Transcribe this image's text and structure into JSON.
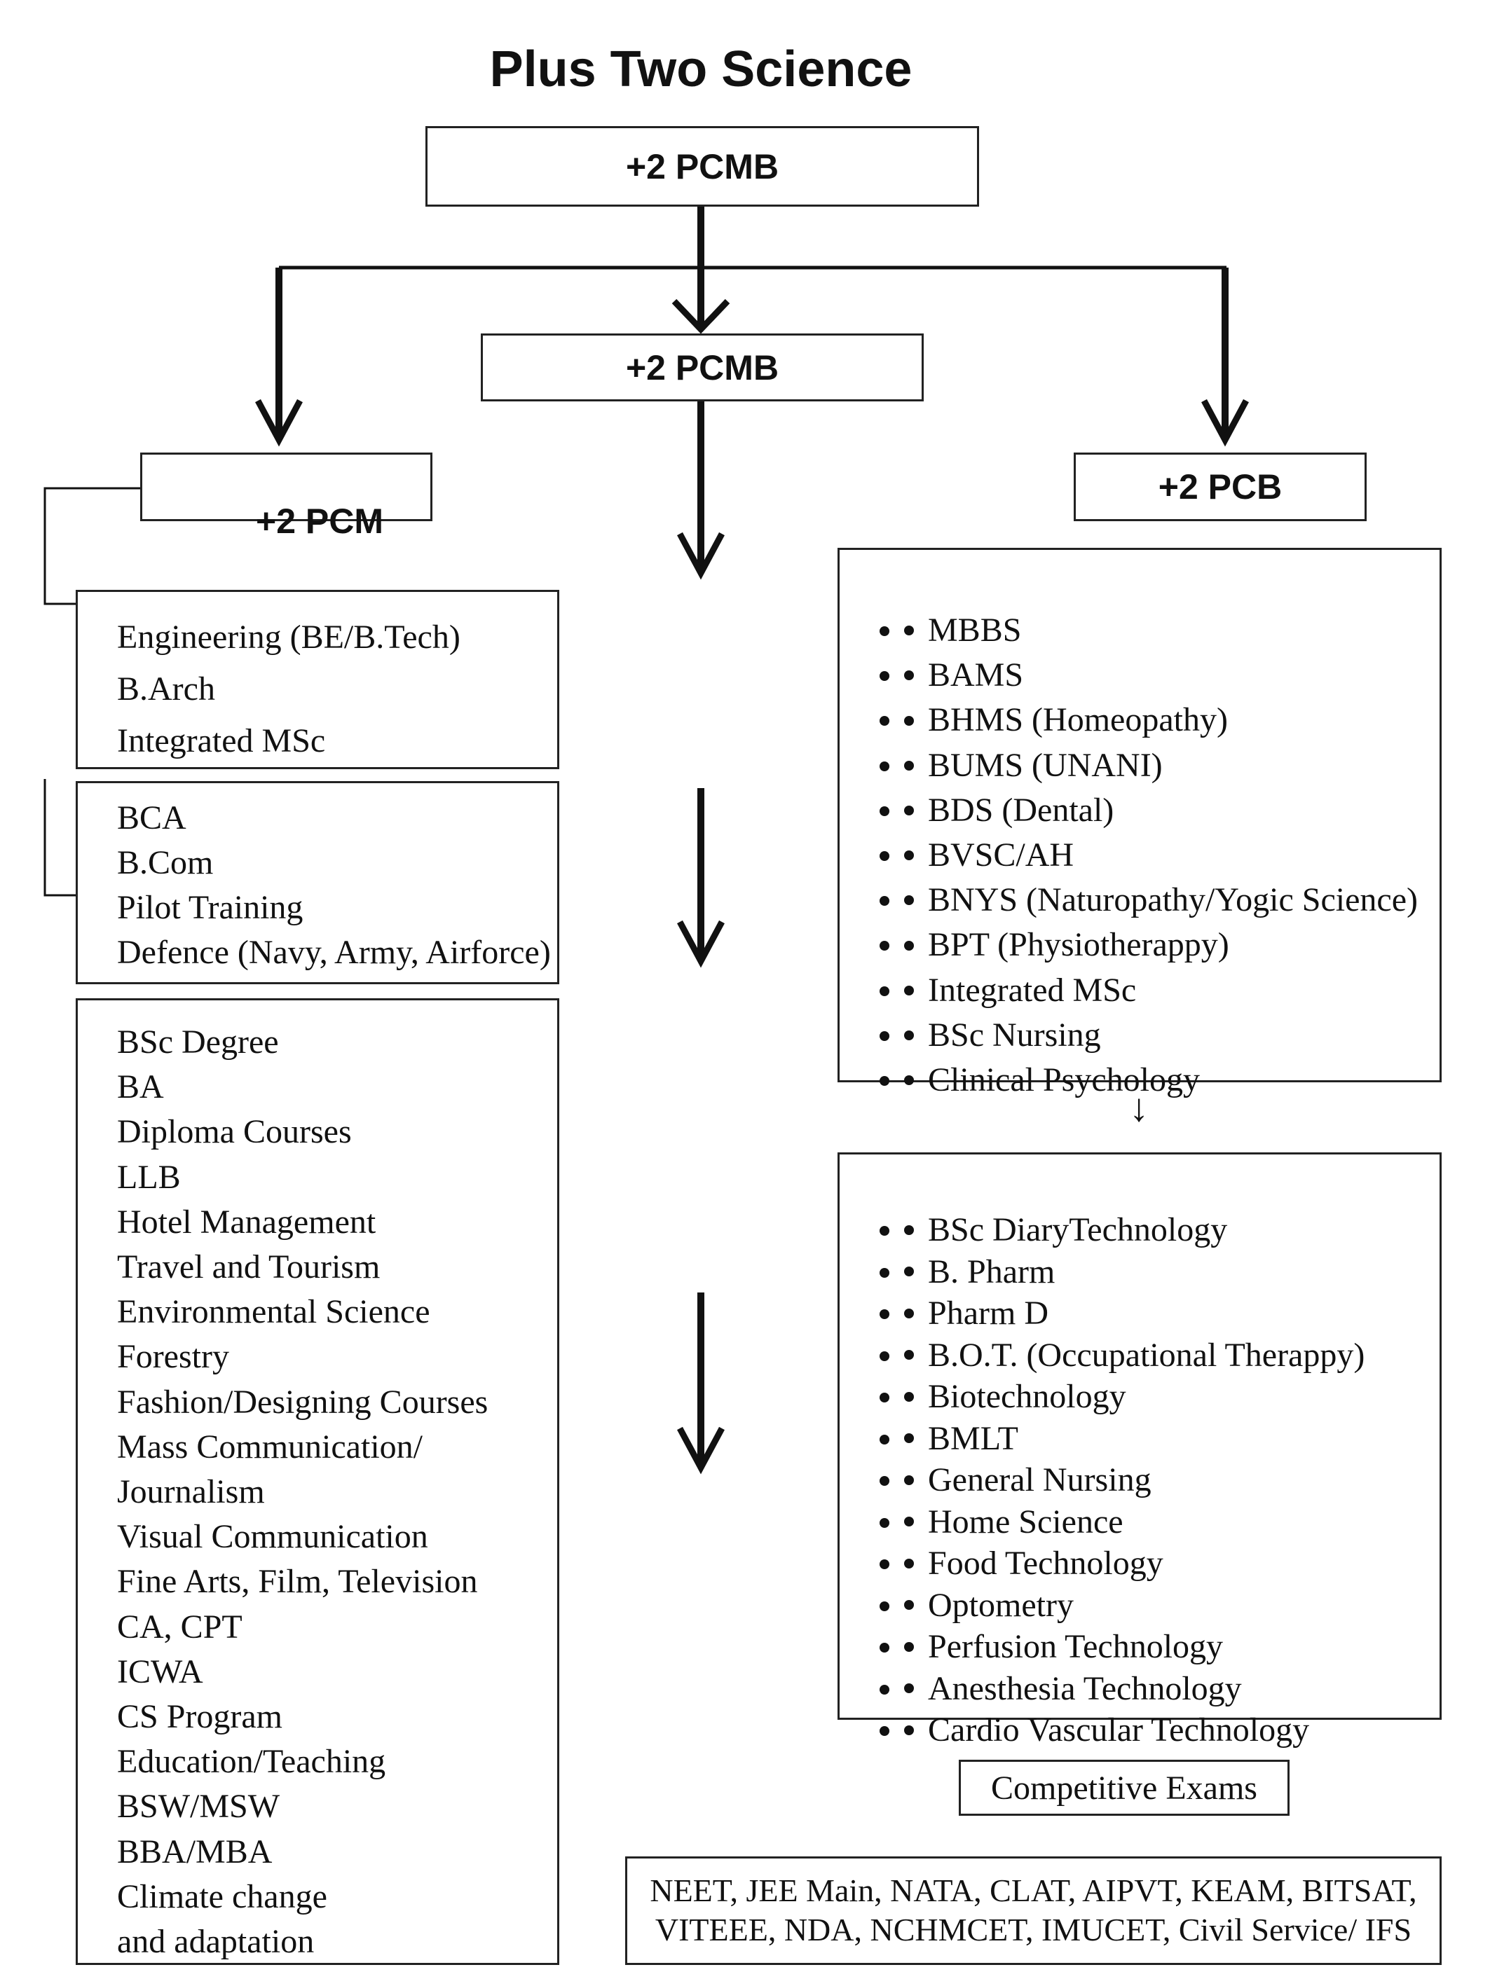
{
  "title": "Plus Two Science",
  "root": {
    "label": "+2 PCMB"
  },
  "middle": {
    "label": "+2 PCMB"
  },
  "left": {
    "label": "+2 PCM",
    "group1": [
      "Engineering (BE/B.Tech)",
      "B.Arch",
      "Integrated MSc"
    ],
    "group2": [
      "BCA",
      "B.Com",
      "Pilot Training",
      "Defence (Navy, Army, Airforce)"
    ],
    "group3": [
      "BSc Degree",
      "BA",
      "Diploma Courses",
      "LLB",
      "Hotel Management",
      "Travel and Tourism",
      "Environmental Science",
      "Forestry",
      "Fashion/Designing Courses",
      "Mass Communication/",
      "Journalism",
      "Visual Communication",
      "Fine Arts, Film, Television",
      "CA, CPT",
      "ICWA",
      "CS Program",
      "Education/Teaching",
      "BSW/MSW",
      "BBA/MBA",
      "Climate change",
      "and adaptation"
    ]
  },
  "right": {
    "label": "+2 PCB",
    "group1": [
      "MBBS",
      "BAMS",
      "BHMS (Homeopathy)",
      "BUMS (UNANI)",
      "BDS (Dental)",
      "BVSC/AH",
      "BNYS (Naturopathy/Yogic Science)",
      "BPT (Physiotherappy)",
      "Integrated MSc",
      "BSc Nursing",
      "Clinical Psychology"
    ],
    "small_arrow": "↓",
    "group2": [
      "BSc DiaryTechnology",
      "B. Pharm",
      "Pharm D",
      "B.O.T. (Occupational Therappy)",
      "Biotechnology",
      "BMLT",
      "General Nursing",
      "Home Science",
      "Food Technology",
      "Optometry",
      "Perfusion Technology",
      "Anesthesia Technology",
      "Cardio Vascular Technology"
    ]
  },
  "competitive": {
    "label": "Competitive Exams",
    "exams_line1": "NEET, JEE Main, NATA, CLAT, AIPVT, KEAM, BITSAT,",
    "exams_line2": "VITEEE, NDA, NCHMCET, IMUCET, Civil Service/ IFS"
  }
}
